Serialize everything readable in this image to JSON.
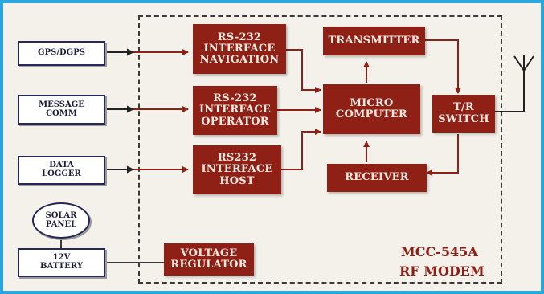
{
  "external": {
    "gps": "GPS/DGPS",
    "message": "MESSAGE\nCOMM",
    "logger": "DATA\nLOGGER",
    "solar": "SOLAR\nPANEL",
    "battery": "12V\nBATTERY"
  },
  "modules": {
    "rs232_nav": "RS-232\nINTERFACE\nNAVIGATION",
    "rs232_op": "RS-232\nINTERFACE\nOPERATOR",
    "rs232_host": "RS232\nINTERFACE\nHOST",
    "transmitter": "TRANSMITTER",
    "micro": "MICRO\nCOMPUTER",
    "receiver": "RECEIVER",
    "tr_switch": "T/R\nSWITCH",
    "regulator": "VOLTAGE\nREGULATOR"
  },
  "model": {
    "line1": "MCC-545A",
    "line2": "RF MODEM"
  },
  "colors": {
    "border": "#29a6de",
    "block": "#8e2016",
    "arrow": "#8e2016",
    "external_arrow": "#222222"
  }
}
